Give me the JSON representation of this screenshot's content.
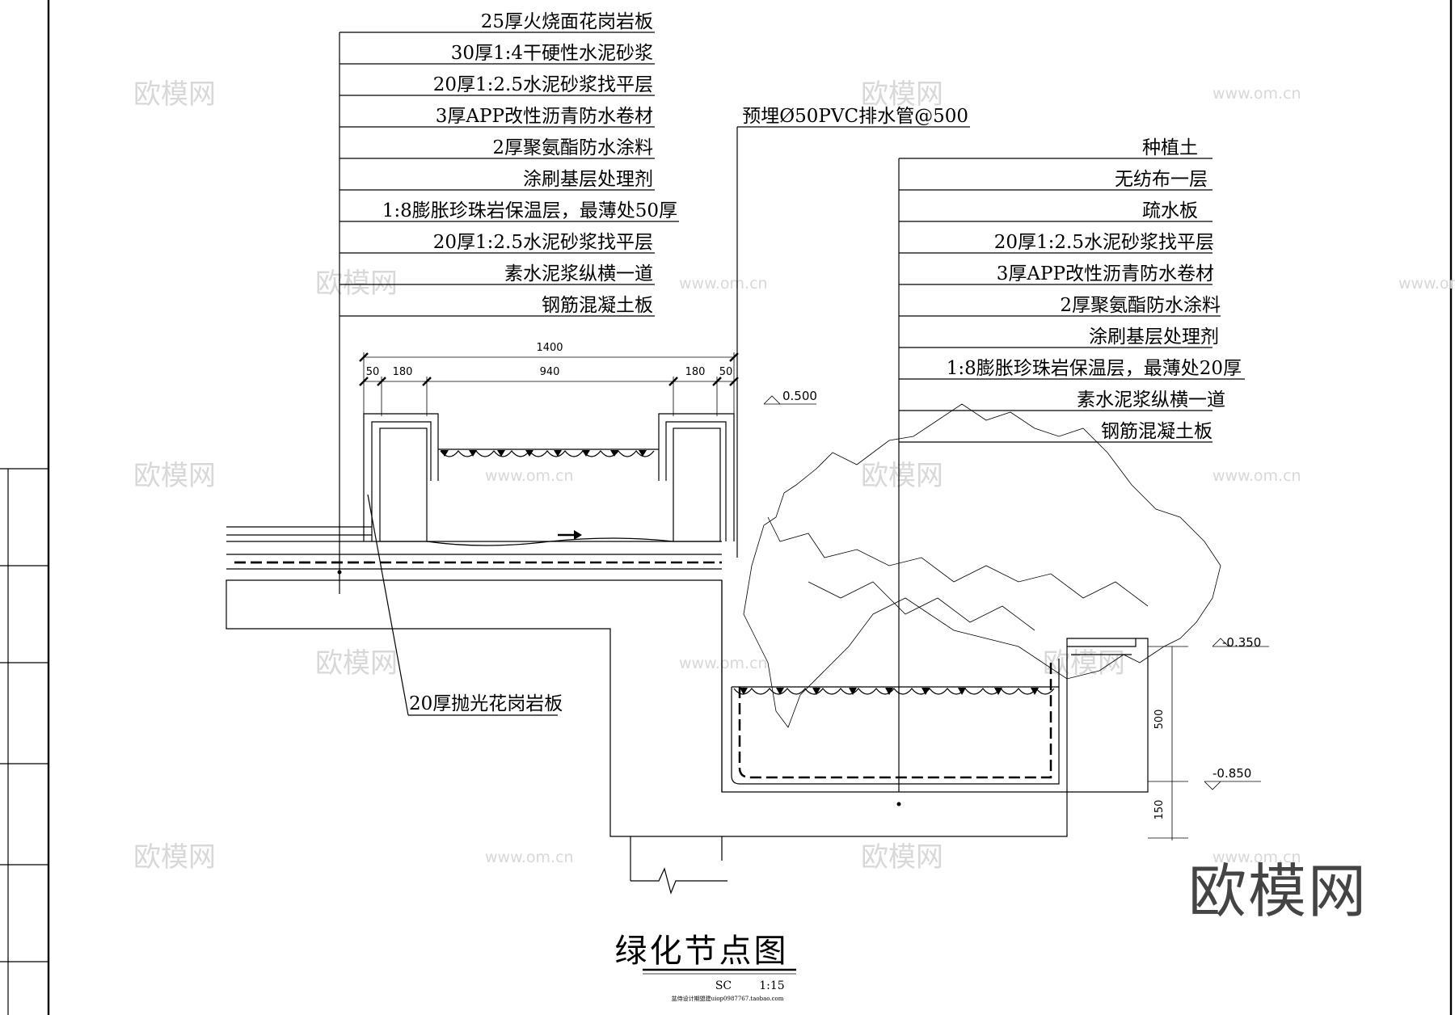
{
  "labels_left": [
    "25厚火烧面花岗岩板",
    "30厚1:4干硬性水泥砂浆",
    "20厚1:2.5水泥砂浆找平层",
    "3厚APP改性沥青防水卷材",
    "2厚聚氨酯防水涂料",
    "涂刷基层处理剂",
    "1:8膨胀珍珠岩保温层，最薄处50厚",
    "20厚1:2.5水泥砂浆找平层",
    "素水泥浆纵横一道",
    "钢筋混凝土板"
  ],
  "label_pipe": "预埋Ø50PVC排水管@500",
  "labels_right": [
    "种植土",
    "无纺布一层",
    "疏水板",
    "20厚1:2.5水泥砂浆找平层",
    "3厚APP改性沥青防水卷材",
    "2厚聚氨酯防水涂料",
    "涂刷基层处理剂",
    "1:8膨胀珍珠岩保温层，最薄处20厚",
    "素水泥浆纵横一道",
    "钢筋混凝土板"
  ],
  "label_bottom": "20厚抛光花岗岩板",
  "dimensions": {
    "total": "1400",
    "parts": [
      "50",
      "180",
      "940",
      "180",
      "50"
    ],
    "vertical": [
      "500",
      "150"
    ]
  },
  "elevations": [
    "0.500",
    "-0.350",
    "-0.850"
  ],
  "title": "绿化节点图",
  "scale_code": "SC",
  "scale": "1:15",
  "footnote": "盆侍设计期盟建uiop0987767.taobao.com",
  "watermark_text": "欧模网",
  "watermark_url": "www.om.cn"
}
